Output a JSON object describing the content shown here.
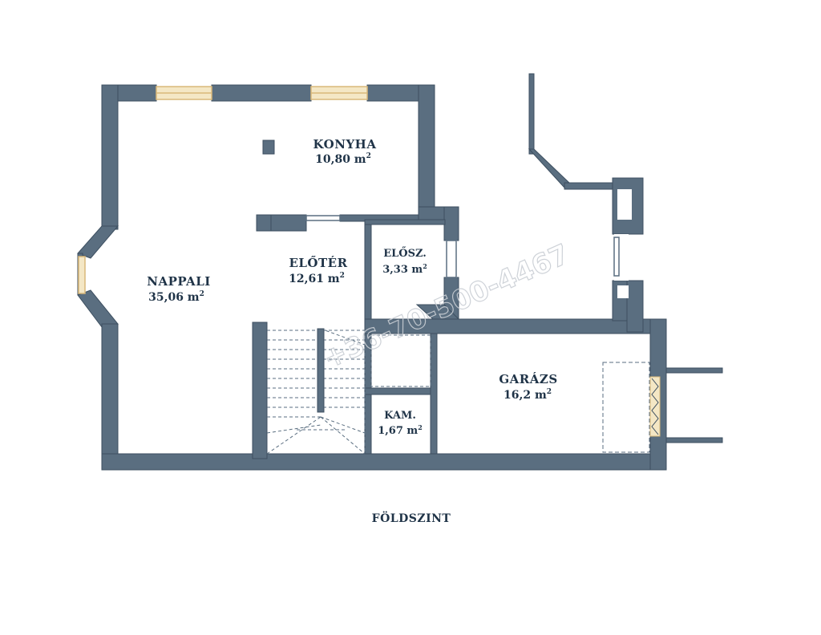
{
  "plan": {
    "title": "FÖLDSZINT",
    "watermark": "+36-70-500-4467",
    "colors": {
      "wall": "#5a6e80",
      "wall_edge": "#3d4f60",
      "window": "#f4e7c5",
      "window_edge": "#d9b97a",
      "text": "#1f3347"
    },
    "rooms": {
      "konyha": {
        "name": "KONYHA",
        "area": "10,80 m",
        "sup": "2"
      },
      "nappali": {
        "name": "NAPPALI",
        "area": "35,06 m",
        "sup": "2"
      },
      "eloter": {
        "name": "ELŐTÉR",
        "area": "12,61 m",
        "sup": "2"
      },
      "elosz": {
        "name": "ELŐSZ.",
        "area": "3,33 m",
        "sup": "2"
      },
      "garazs": {
        "name": "GARÁZS",
        "area": "16,2 m",
        "sup": "2"
      },
      "kam": {
        "name": "KAM.",
        "area": "1,67 m",
        "sup": "2"
      }
    }
  }
}
